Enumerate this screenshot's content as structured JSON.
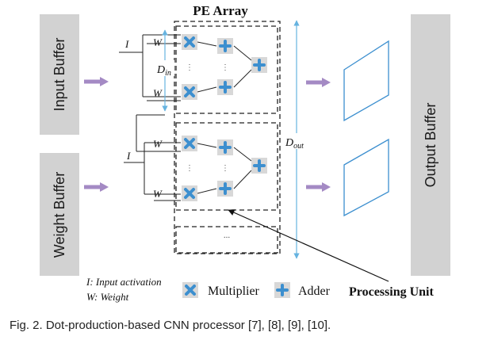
{
  "title": "PE Array",
  "buffers": {
    "input": "Input Buffer",
    "weight": "Weight Buffer",
    "output": "Output Buffer"
  },
  "signals": {
    "input_activation": "I",
    "weight": "W",
    "d_in": "D",
    "d_in_sub": "in",
    "d_out": "D",
    "d_out_sub": "out",
    "ellipsis_vertical": "⋮",
    "ellipsis_horizontal": "..."
  },
  "legend": {
    "input_activation": "I: Input activation",
    "weight": "W: Weight",
    "multiplier": "Multiplier",
    "adder": "Adder",
    "processing_unit": "Processing Unit"
  },
  "icons": {
    "multiplier": "multiply-icon",
    "adder": "plus-icon"
  },
  "colors": {
    "buffer_fill": "#d2d2d2",
    "buffer_text": "#1a1a1a",
    "arrow_purple": "#a48ac4",
    "icon_blue": "#3c8fcf",
    "icon_box": "#d8d8d8",
    "line_blue": "#66b3e0"
  },
  "caption": "Fig. 2. Dot-production-based CNN processor [7], [8], [9], [10]."
}
